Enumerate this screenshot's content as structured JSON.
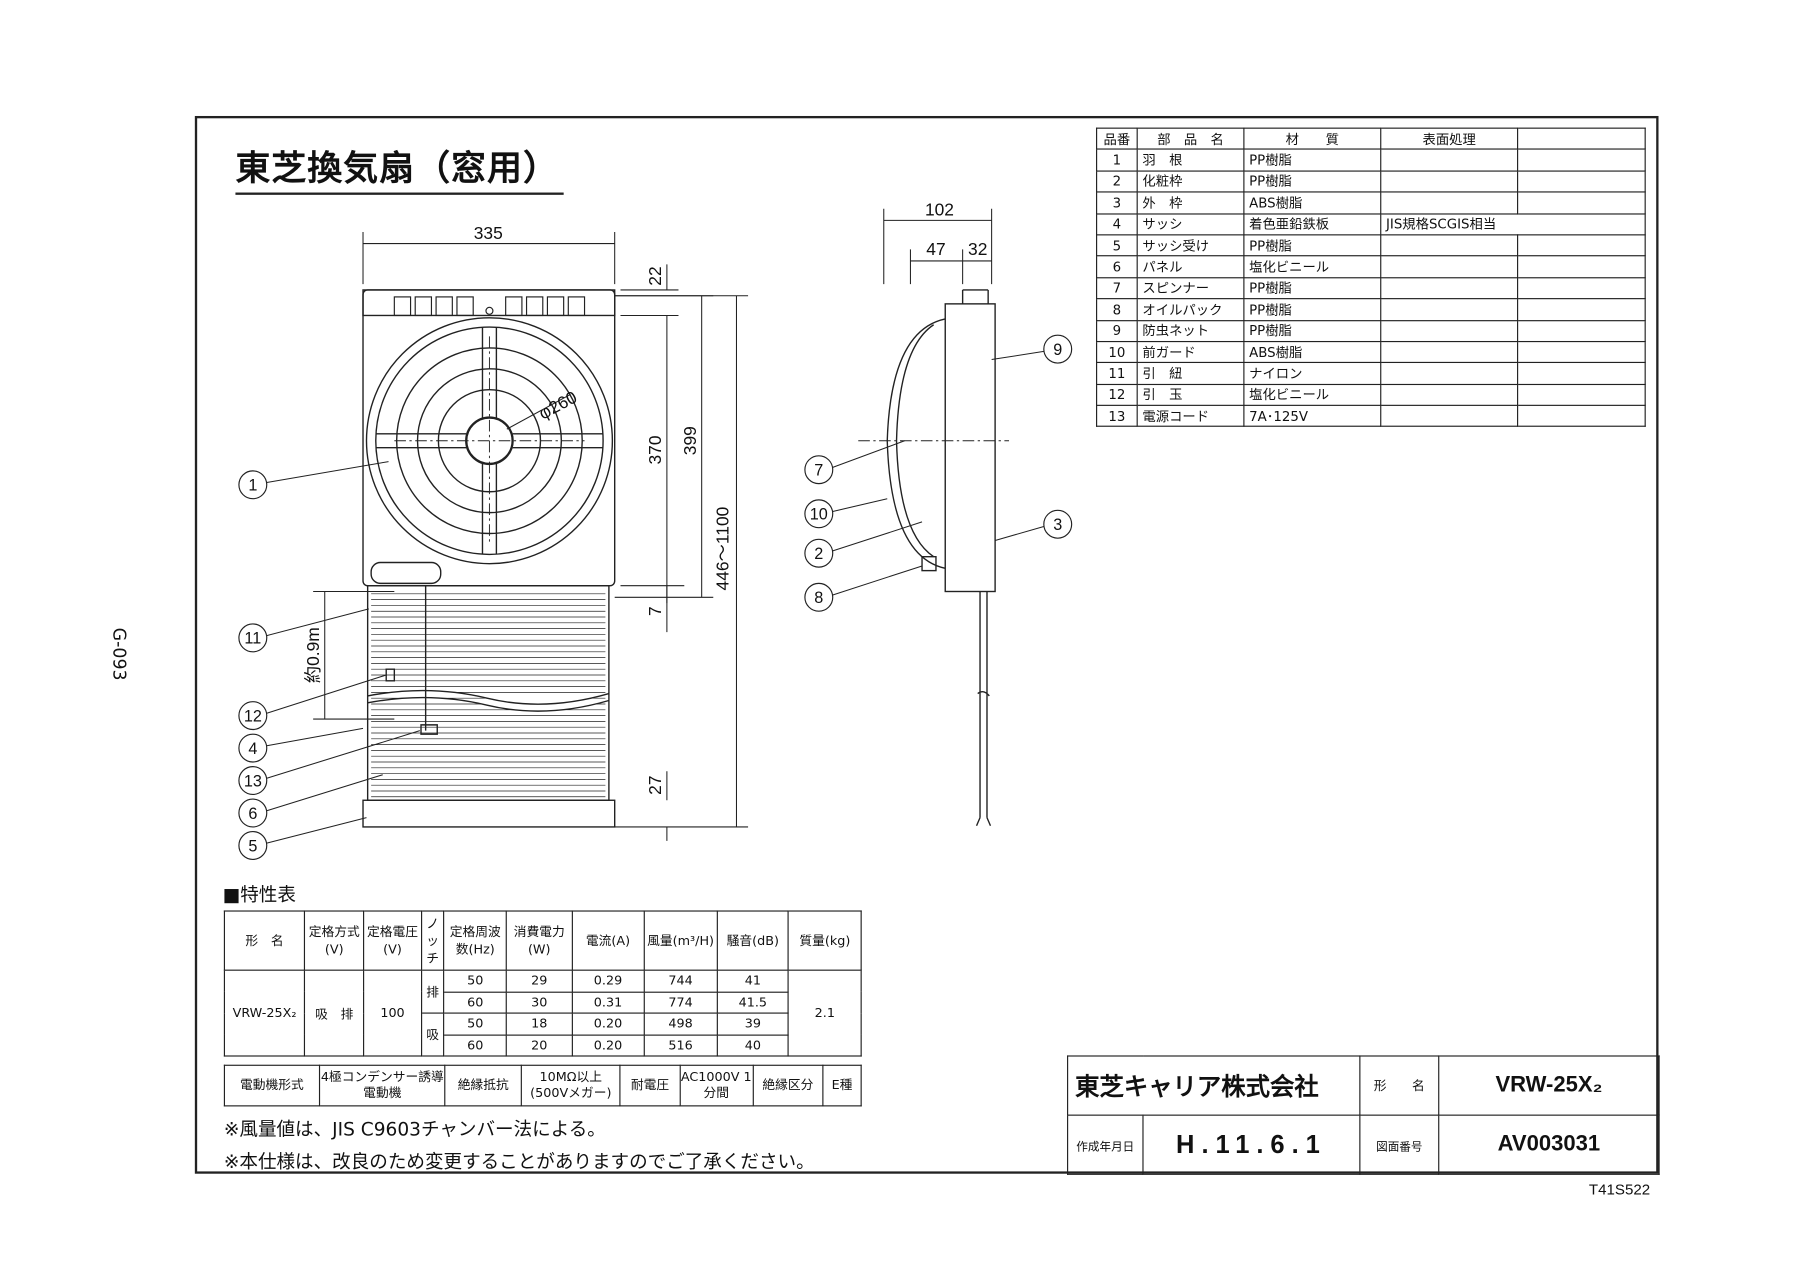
{
  "title": "東芝換気扇（窓用）",
  "side_code": "G-093",
  "doc_code": "T41S522",
  "dimensions": {
    "width": "335",
    "top": "22",
    "height_370": "370",
    "height_399": "399",
    "range": "446～1100",
    "gap7": "7",
    "bottom27": "27",
    "diameter": "φ260",
    "cord": "約0.9m",
    "depth": "102",
    "d47": "47",
    "d32": "32"
  },
  "callouts": [
    "1",
    "2",
    "3",
    "4",
    "5",
    "6",
    "7",
    "8",
    "9",
    "10",
    "11",
    "12",
    "13"
  ],
  "parts_table": {
    "headers": [
      "品番",
      "部　品　名",
      "材　　質",
      "表面処理",
      ""
    ],
    "rows": [
      [
        "1",
        "羽　根",
        "PP樹脂",
        ""
      ],
      [
        "2",
        "化粧枠",
        "PP樹脂",
        ""
      ],
      [
        "3",
        "外　枠",
        "ABS樹脂",
        ""
      ],
      [
        "4",
        "サッシ",
        "着色亜鉛鉄板",
        "JIS規格SCGIS相当"
      ],
      [
        "5",
        "サッシ受け",
        "PP樹脂",
        ""
      ],
      [
        "6",
        "パネル",
        "塩化ビニール",
        ""
      ],
      [
        "7",
        "スピンナー",
        "PP樹脂",
        ""
      ],
      [
        "8",
        "オイルパック",
        "PP樹脂",
        ""
      ],
      [
        "9",
        "防虫ネット",
        "PP樹脂",
        ""
      ],
      [
        "10",
        "前ガード",
        "ABS樹脂",
        ""
      ],
      [
        "11",
        "引　紐",
        "ナイロン",
        ""
      ],
      [
        "12",
        "引　玉",
        "塩化ビニール",
        ""
      ],
      [
        "13",
        "電源コード",
        "7A･125V",
        ""
      ]
    ]
  },
  "spec": {
    "heading": "■特性表",
    "headers": [
      "形　名",
      "定格方式(V)",
      "定格電圧(V)",
      "ノッチ",
      "定格周波数(Hz)",
      "消費電力(W)",
      "電流(A)",
      "風量(m³/H)",
      "騒音(dB)",
      "質量(kg)"
    ],
    "model": "VRW-25X₂",
    "method": "吸　排",
    "voltage": "100",
    "mass": "2.1",
    "notch_exhaust": "排",
    "notch_intake": "吸",
    "rows": [
      [
        "50",
        "29",
        "0.29",
        "744",
        "41"
      ],
      [
        "60",
        "30",
        "0.31",
        "774",
        "41.5"
      ],
      [
        "50",
        "18",
        "0.20",
        "498",
        "39"
      ],
      [
        "60",
        "20",
        "0.20",
        "516",
        "40"
      ]
    ]
  },
  "motor": [
    "電動機形式",
    "4極コンデンサー誘導電動機",
    "絶縁抵抗",
    "10MΩ以上(500Vメガー)",
    "耐電圧",
    "AC1000V 1分間",
    "絶縁区分",
    "E種"
  ],
  "notes": [
    "※風量値は、JIS C9603チャンバー法による。",
    "※本仕様は、改良のため変更することがありますのでご了承ください。"
  ],
  "title_block": {
    "company": "東芝キャリア株式会社",
    "model_label": "形　　名",
    "model": "VRW-25X₂",
    "date_label": "作成年月日",
    "date": "H.11.6.1",
    "drawing_label": "図面番号",
    "drawing_no": "AV003031"
  }
}
